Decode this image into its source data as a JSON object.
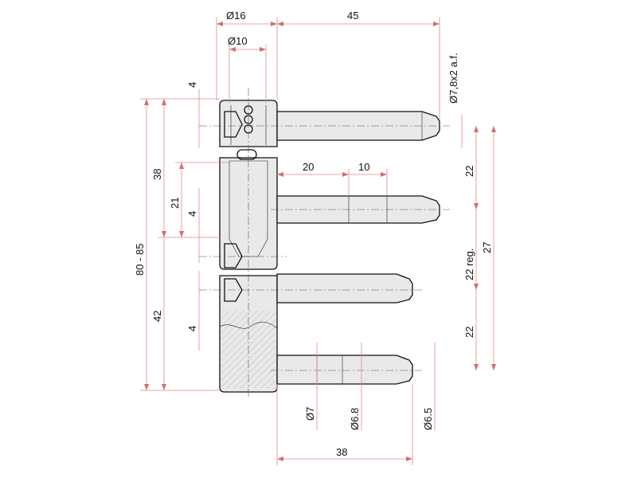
{
  "diagram": {
    "dimensions": {
      "dia16": "Ø16",
      "len45": "45",
      "dia10": "Ø10",
      "dia78": "Ø7,8x2 a.f.",
      "four_a": "4",
      "four_b": "4",
      "four_c": "4",
      "thirty_eight": "38",
      "twenty_one": "21",
      "eighty_85": "80 - 85",
      "forty_two": "42",
      "twenty": "20",
      "ten": "10",
      "twenty_two_a": "22",
      "twenty_two_reg": "22 reg.",
      "twenty_seven": "27",
      "twenty_two_b": "22",
      "dia7": "Ø7",
      "dia68": "Ø6.8",
      "dia65": "Ø6.5",
      "bottom38": "38"
    }
  }
}
